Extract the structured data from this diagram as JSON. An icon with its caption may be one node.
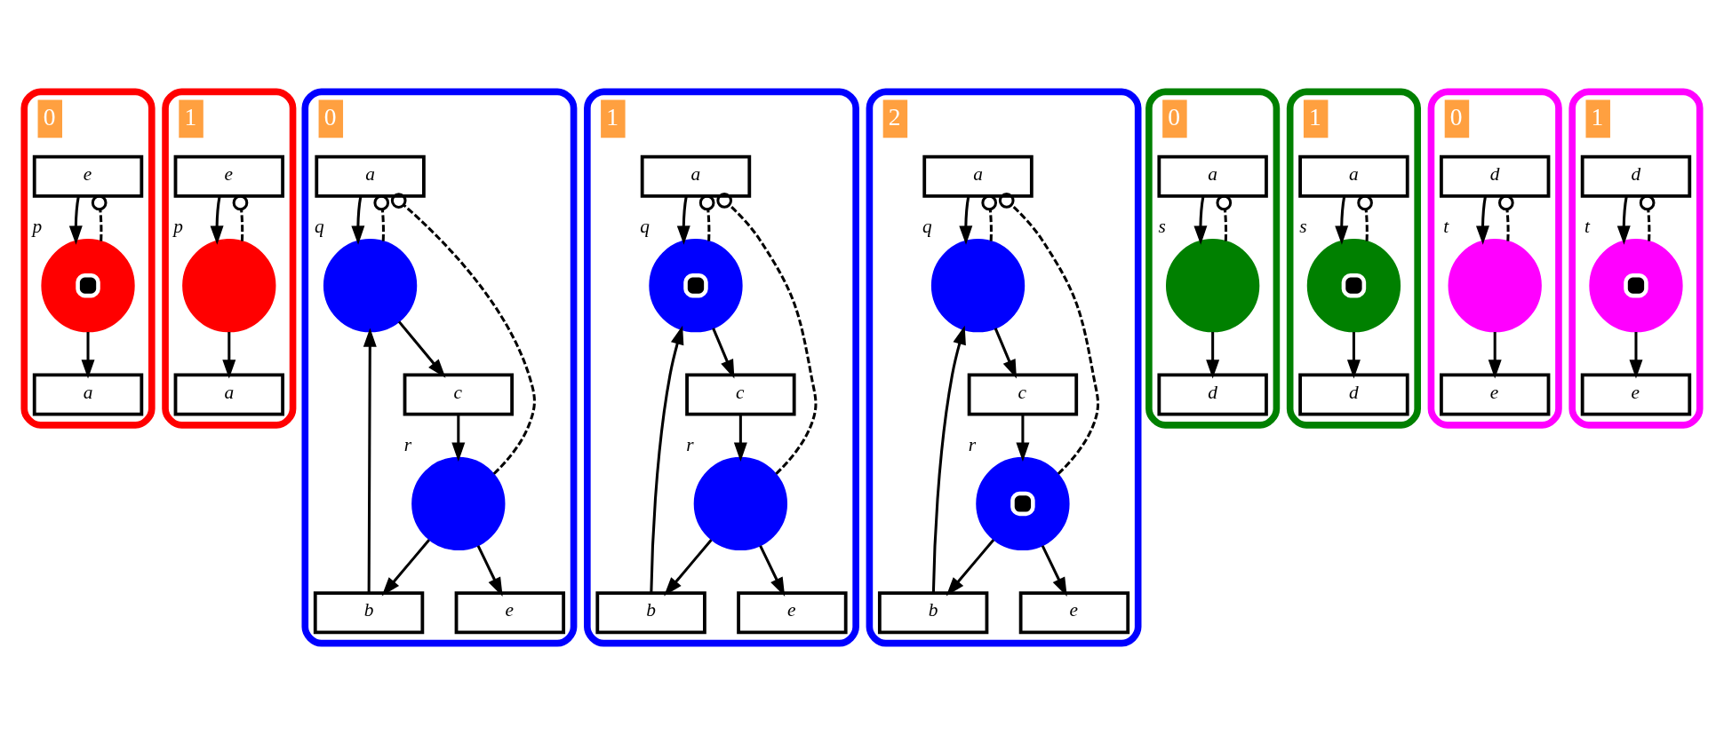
{
  "diagram": {
    "nodes": [
      {
        "text": [
          "0"
        ]
      },
      {
        "text": [],
        "shape": "circle",
        "beside": [
          "p"
        ],
        "in": 0
      },
      {
        "text": [
          "a"
        ],
        "in": 0
      },
      {
        "text": [
          "e"
        ],
        "in": 0
      },
      {
        "text": [
          "1"
        ]
      },
      {
        "text": [],
        "shape": "circle",
        "beside": [
          "p"
        ],
        "in": 4
      },
      {
        "text": [
          "a"
        ],
        "in": 4
      },
      {
        "text": [
          "e"
        ],
        "in": 4
      },
      {
        "text": [
          "0"
        ]
      },
      {
        "text": [
          "a"
        ],
        "in": 8
      },
      {
        "text": [],
        "shape": "circle",
        "beside": [
          "q"
        ],
        "in": 8
      },
      {
        "text": [
          "b"
        ],
        "in": 8
      },
      {
        "text": [
          "c"
        ],
        "in": 8
      },
      {
        "text": [],
        "shape": "circle",
        "beside": [
          "r"
        ],
        "in": 8
      },
      {
        "text": [
          "e"
        ],
        "in": 8
      },
      {
        "text": [
          "1"
        ]
      },
      {
        "text": [
          "a"
        ],
        "in": 15
      },
      {
        "text": [],
        "shape": "circle",
        "beside": [
          "q"
        ],
        "in": 15
      },
      {
        "text": [
          "b"
        ],
        "in": 15
      },
      {
        "text": [
          "c"
        ],
        "in": 15
      },
      {
        "text": [],
        "shape": "circle",
        "beside": [
          "r"
        ],
        "in": 15
      },
      {
        "text": [
          "e"
        ],
        "in": 15
      },
      {
        "text": [
          "2"
        ]
      },
      {
        "text": [
          "a"
        ],
        "in": 22
      },
      {
        "text": [],
        "shape": "circle",
        "beside": [
          "q"
        ],
        "in": 22
      },
      {
        "text": [
          "b"
        ],
        "in": 22
      },
      {
        "text": [
          "c"
        ],
        "in": 22
      },
      {
        "text": [],
        "shape": "circle",
        "beside": [
          "r"
        ],
        "in": 22
      },
      {
        "text": [
          "e"
        ],
        "in": 22
      },
      {
        "text": [
          "0"
        ]
      },
      {
        "text": [
          "a"
        ],
        "in": 29
      },
      {
        "text": [],
        "shape": "circle",
        "beside": [
          "s"
        ],
        "in": 29
      },
      {
        "text": [
          "d"
        ],
        "in": 29
      },
      {
        "text": [
          "1"
        ]
      },
      {
        "text": [
          "a"
        ],
        "in": 33
      },
      {
        "text": [],
        "shape": "circle",
        "beside": [
          "s"
        ],
        "in": 33
      },
      {
        "text": [
          "d"
        ],
        "in": 33
      },
      {
        "text": [
          "0"
        ]
      },
      {
        "text": [
          "d"
        ],
        "in": 37
      },
      {
        "text": [],
        "shape": "circle",
        "beside": [
          "t"
        ],
        "in": 37
      },
      {
        "text": [
          "e"
        ],
        "in": 37
      },
      {
        "text": [
          "1"
        ]
      },
      {
        "text": [
          "d"
        ],
        "in": 41
      },
      {
        "text": [],
        "shape": "circle",
        "beside": [
          "t"
        ],
        "in": 41
      },
      {
        "text": [
          "e"
        ],
        "in": 41
      }
    ],
    "edges": [
      {
        "from": 1,
        "to": 2,
        "arrow": "to"
      },
      {
        "from": 3,
        "to": 1,
        "arrow": "to"
      },
      {
        "from": 1,
        "to": 3,
        "arrow": "other",
        "style": "dashed"
      },
      {
        "from": 5,
        "to": 6,
        "arrow": "to"
      },
      {
        "from": 7,
        "to": 5,
        "arrow": "to"
      },
      {
        "from": 5,
        "to": 7,
        "arrow": "other",
        "style": "dashed"
      },
      {
        "from": 9,
        "to": 10,
        "arrow": "to"
      },
      {
        "from": 10,
        "to": 12,
        "arrow": "to"
      },
      {
        "from": 12,
        "to": 13,
        "arrow": "to"
      },
      {
        "from": 13,
        "to": 11,
        "arrow": "to"
      },
      {
        "from": 11,
        "to": 10,
        "arrow": "to"
      },
      {
        "from": 13,
        "to": 14,
        "arrow": "to"
      },
      {
        "from": 10,
        "to": 9,
        "arrow": "other",
        "style": "dashed"
      },
      {
        "from": 13,
        "to": 9,
        "arrow": "other",
        "style": "dashed"
      },
      {
        "from": 16,
        "to": 17,
        "arrow": "to"
      },
      {
        "from": 17,
        "to": 19,
        "arrow": "to"
      },
      {
        "from": 19,
        "to": 20,
        "arrow": "to"
      },
      {
        "from": 20,
        "to": 18,
        "arrow": "to"
      },
      {
        "from": 18,
        "to": 17,
        "arrow": "to"
      },
      {
        "from": 20,
        "to": 21,
        "arrow": "to"
      },
      {
        "from": 17,
        "to": 16,
        "arrow": "other",
        "style": "dashed"
      },
      {
        "from": 20,
        "to": 16,
        "arrow": "other",
        "style": "dashed"
      },
      {
        "from": 23,
        "to": 24,
        "arrow": "to"
      },
      {
        "from": 24,
        "to": 26,
        "arrow": "to"
      },
      {
        "from": 26,
        "to": 27,
        "arrow": "to"
      },
      {
        "from": 27,
        "to": 25,
        "arrow": "to"
      },
      {
        "from": 25,
        "to": 24,
        "arrow": "to"
      },
      {
        "from": 27,
        "to": 28,
        "arrow": "to"
      },
      {
        "from": 24,
        "to": 23,
        "arrow": "other",
        "style": "dashed"
      },
      {
        "from": 27,
        "to": 23,
        "arrow": "other",
        "style": "dashed"
      },
      {
        "from": 30,
        "to": 31,
        "arrow": "to"
      },
      {
        "from": 31,
        "to": 30,
        "arrow": "other",
        "style": "dashed"
      },
      {
        "from": 31,
        "to": 32,
        "arrow": "to"
      },
      {
        "from": 34,
        "to": 35,
        "arrow": "to"
      },
      {
        "from": 35,
        "to": 34,
        "arrow": "other",
        "style": "dashed"
      },
      {
        "from": 35,
        "to": 36,
        "arrow": "to"
      },
      {
        "from": 38,
        "to": 39,
        "arrow": "to"
      },
      {
        "from": 39,
        "to": 38,
        "arrow": "other",
        "style": "dashed"
      },
      {
        "from": 39,
        "to": 40,
        "arrow": "to"
      },
      {
        "from": 42,
        "to": 43,
        "arrow": "to"
      },
      {
        "from": 43,
        "to": 42,
        "arrow": "other",
        "style": "dashed"
      },
      {
        "from": 43,
        "to": 44,
        "arrow": "to"
      }
    ]
  }
}
